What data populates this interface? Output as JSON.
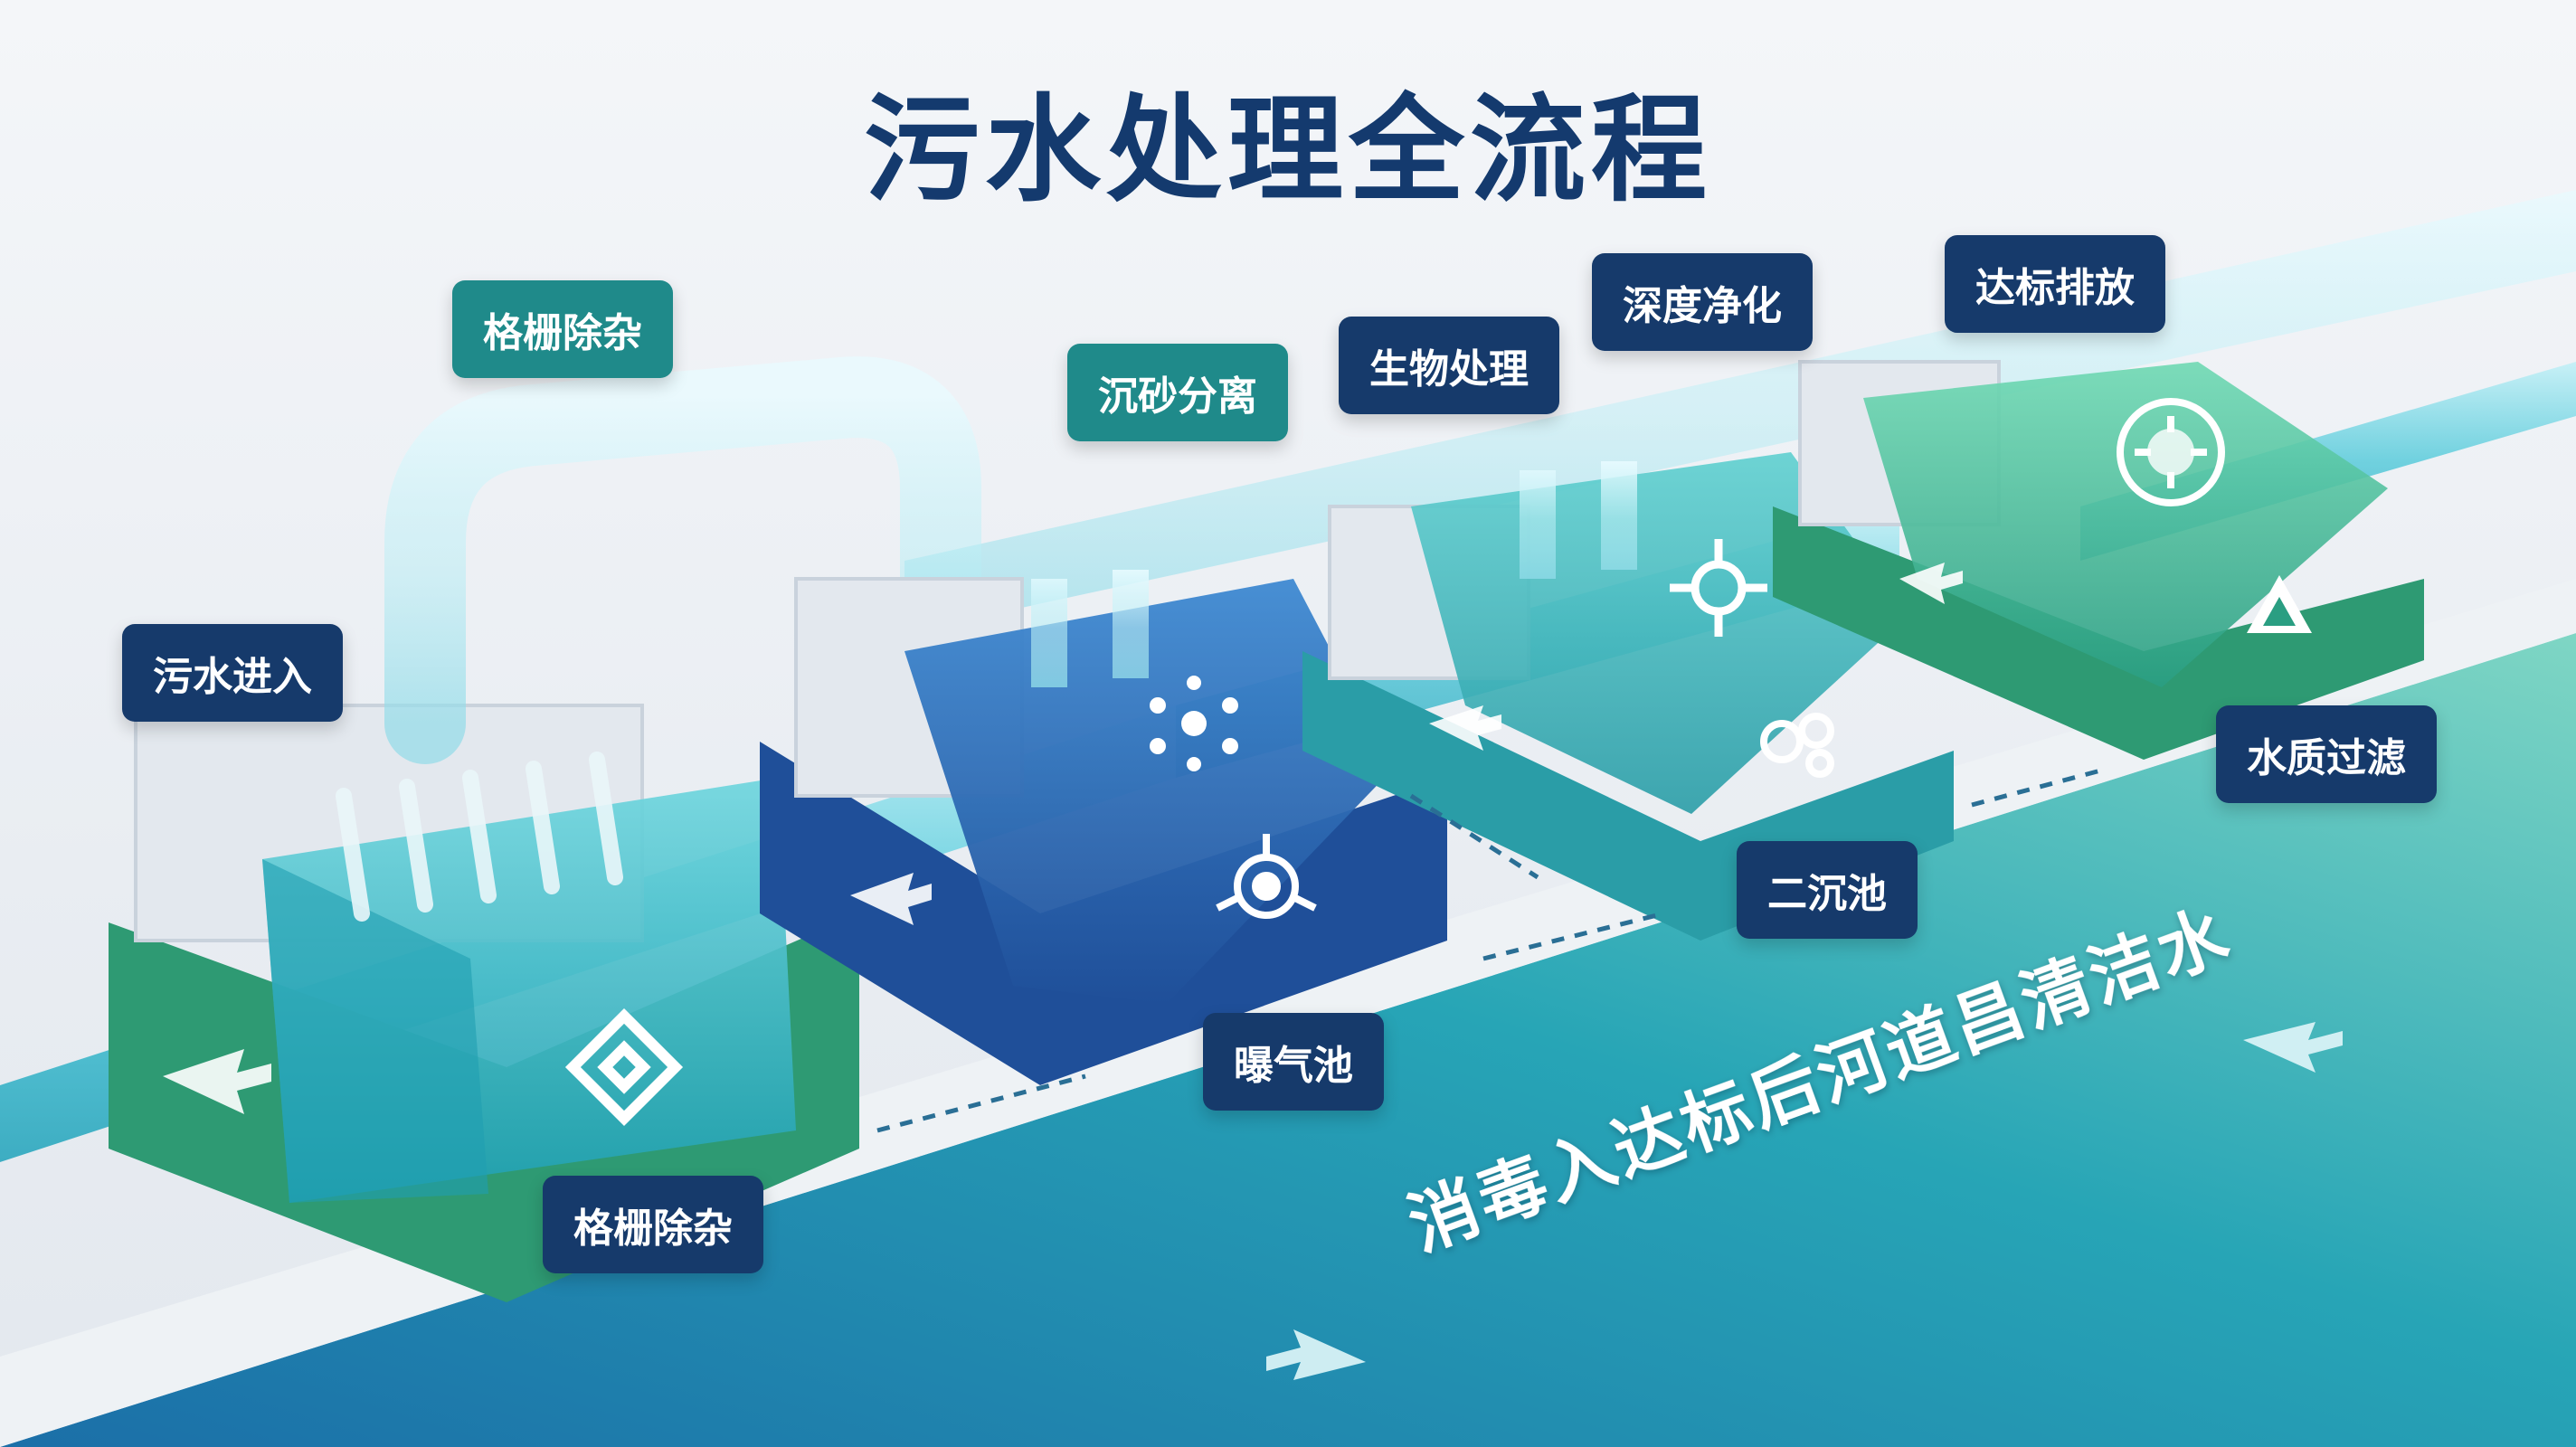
{
  "title": "污水处理全流程",
  "labels": {
    "inlet": "污水进入",
    "screen_top": "格栅除杂",
    "grit": "沉砂分离",
    "bio": "生物处理",
    "deep": "深度净化",
    "discharge": "达标排放",
    "screen_base": "格栅除杂",
    "aeration": "曝气池",
    "secondary": "二沉池",
    "filter": "水质过滤"
  },
  "river_text": "消毒入达标后河道昌清洁水",
  "icons": [
    "grid-icon",
    "particles-icon",
    "microbe-icon",
    "sediment-icon",
    "bubbles-icon",
    "virus-icon",
    "recycle-icon",
    "flow-arrow-icon"
  ],
  "colors": {
    "title": "#143a6e",
    "navy": "#163a6b",
    "teal_tag": "#1f8a8a",
    "water_cyan": "#39c3d3",
    "tank_blue": "#2f6db5",
    "base_green": "#2e9a73",
    "river": "#1f8fb0"
  }
}
